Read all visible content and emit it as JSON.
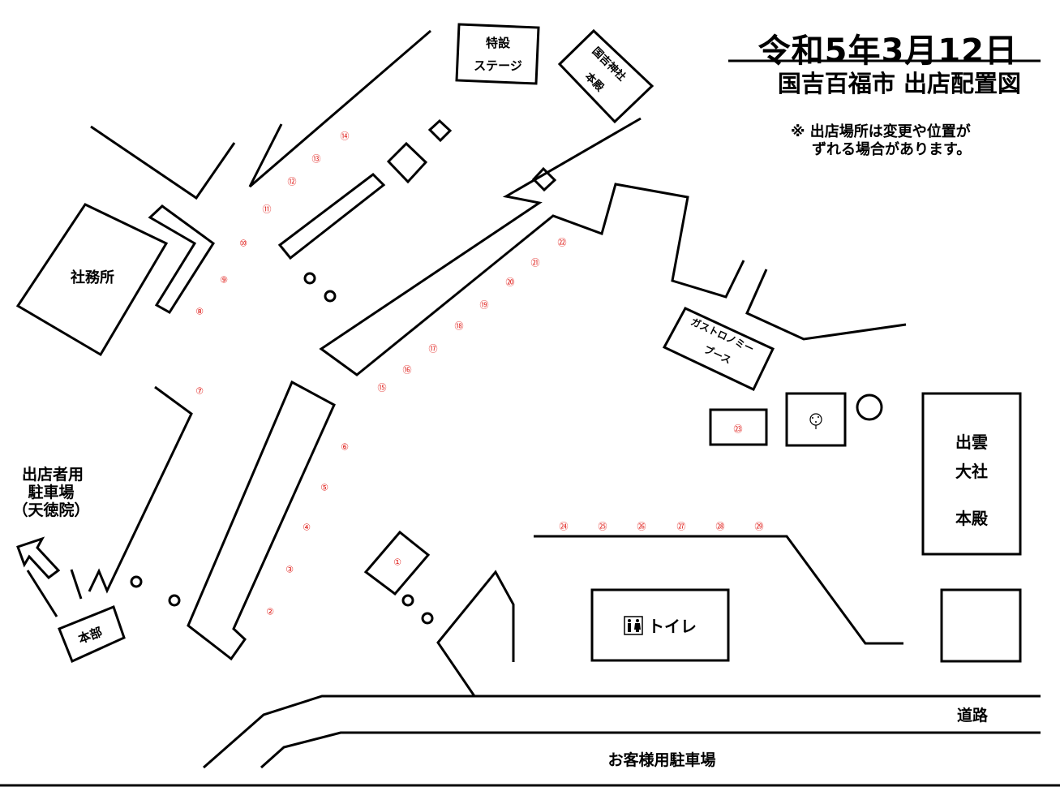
{
  "header": {
    "date": "令和5年3月12日",
    "subtitle": "国吉百福市 出店配置図",
    "note_line1": "※ 出店場所は変更や位置が",
    "note_line2": "ずれる場合があります。"
  },
  "buildings": {
    "special_stage_1": "特設",
    "special_stage_2": "ステージ",
    "kuniyoshi_1": "国吉神社",
    "kuniyoshi_2": "本殿",
    "office": "社務所",
    "gastronomy_1": "ガストロノミー",
    "gastronomy_2": "ブース",
    "izumo_1": "出雲",
    "izumo_2": "大社",
    "izumo_3": "本殿",
    "toilet": "トイレ",
    "honbu": "本部"
  },
  "labels": {
    "vendor_parking_1": "出店者用",
    "vendor_parking_2": "駐車場",
    "vendor_parking_3": "（天徳院）",
    "road": "道路",
    "customer_parking": "お客様用駐車場"
  },
  "stalls": [
    "①",
    "②",
    "③",
    "④",
    "⑤",
    "⑥",
    "⑦",
    "⑧",
    "⑨",
    "⑩",
    "⑪",
    "⑫",
    "⑬",
    "⑭",
    "⑮",
    "⑯",
    "⑰",
    "⑱",
    "⑲",
    "⑳",
    "㉑",
    "㉒",
    "㉓",
    "㉔",
    "㉕",
    "㉖",
    "㉗",
    "㉘",
    "㉙"
  ],
  "icons": [
    "restroom-icon",
    "arrow-up-left-icon",
    "tree-icon"
  ]
}
